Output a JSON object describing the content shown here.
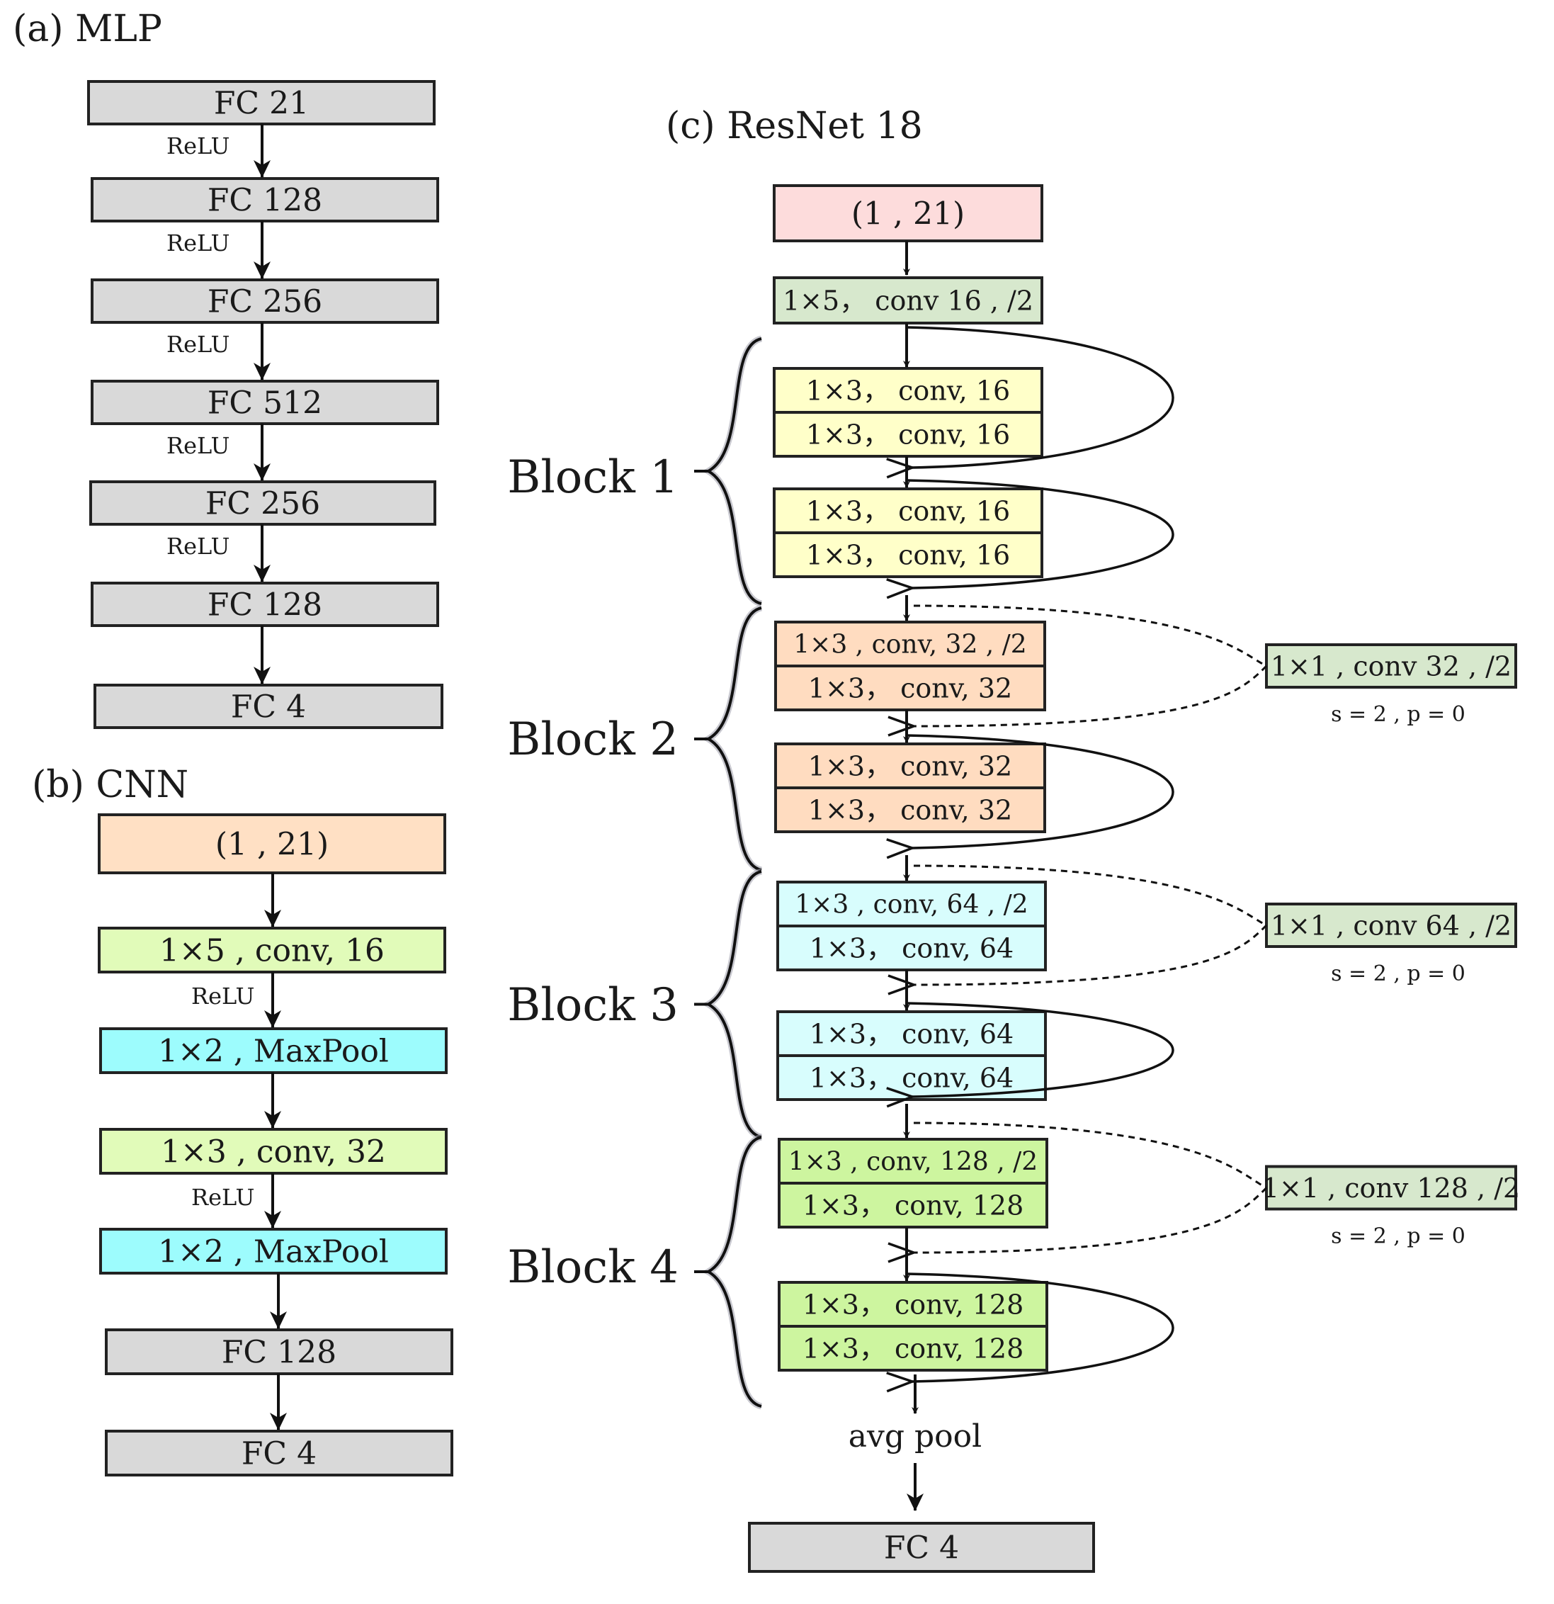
{
  "panels": {
    "mlp": {
      "title": "(a)  MLP",
      "layers": [
        "FC  21",
        "FC  128",
        "FC  256",
        "FC  512",
        "FC  256",
        "FC  128",
        "FC  4"
      ],
      "edge_labels": [
        "ReLU",
        "ReLU",
        "ReLU",
        "ReLU",
        "ReLU",
        "",
        ""
      ]
    },
    "cnn": {
      "title": "(b)  CNN",
      "layers": [
        "(1 , 21)",
        "1×5 , conv, 16",
        "1×2 , MaxPool",
        "1×3 , conv, 32",
        "1×2 , MaxPool",
        "FC  128",
        "FC  4"
      ],
      "edge_labels": [
        "",
        "ReLU",
        "",
        "ReLU",
        "",
        ""
      ]
    },
    "resnet": {
      "title": "(c)  ResNet 18",
      "input": "(1 , 21)",
      "stem": "1×5，  conv 16 , /2",
      "blocks": [
        {
          "label": "Block  1",
          "layers": [
            "1×3，  conv, 16",
            "1×3，  conv, 16",
            "1×3，  conv, 16",
            "1×3，  conv, 16"
          ],
          "shortcut": "",
          "shortcut_params": ""
        },
        {
          "label": "Block  2",
          "layers": [
            "1×3 , conv, 32 , /2",
            "1×3，  conv, 32",
            "1×3，  conv, 32",
            "1×3，  conv, 32"
          ],
          "shortcut": "1×1 , conv 32 , /2",
          "shortcut_params": "s = 2 , p = 0"
        },
        {
          "label": "Block  3",
          "layers": [
            "1×3 , conv, 64 , /2",
            "1×3，  conv, 64",
            "1×3，  conv, 64",
            "1×3，  conv, 64"
          ],
          "shortcut": "1×1 , conv 64 , /2",
          "shortcut_params": "s = 2 , p = 0"
        },
        {
          "label": "Block  4",
          "layers": [
            "1×3 , conv, 128 , /2",
            "1×3，  conv, 128",
            "1×3，  conv, 128",
            "1×3，  conv, 128"
          ],
          "shortcut": "1×1 , conv 128 , /2",
          "shortcut_params": "s = 2 , p = 0"
        }
      ],
      "pool": "avg pool",
      "output": "FC  4"
    }
  },
  "colors": {
    "fc": "#d9d9d9",
    "input_cnn": "#ffe0c4",
    "input_resnet": "#fddcdc",
    "stem": "#d7e8cd",
    "conv_cnn": "#e1fbb9",
    "maxpool": "#9dfcfd",
    "block1": "#ffffc9",
    "block2": "#ffdcc0",
    "block3": "#d8fdfd",
    "block4": "#cdf59f",
    "shortcut": "#d7e8cd"
  }
}
